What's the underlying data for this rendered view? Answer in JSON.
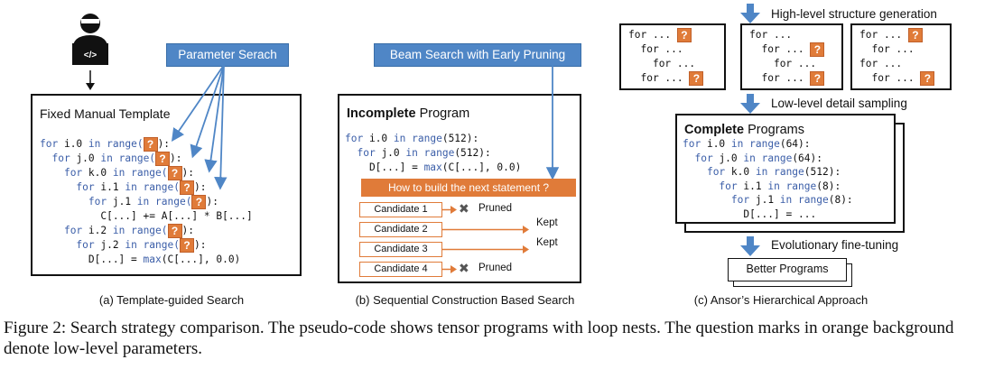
{
  "panel_a": {
    "param_search_label": "Parameter Serach",
    "template_title": "Fixed Manual Template",
    "code_lines": [
      {
        "indent": 0,
        "kw": "for",
        "v": "i.0",
        "in": "in",
        "fn": "range(",
        "end": "):"
      },
      {
        "indent": 1,
        "kw": "for",
        "v": "j.0",
        "in": "in",
        "fn": "range(",
        "end": "):"
      },
      {
        "indent": 2,
        "kw": "for",
        "v": "k.0",
        "in": "in",
        "fn": "range(",
        "end": "):"
      },
      {
        "indent": 3,
        "kw": "for",
        "v": "i.1",
        "in": "in",
        "fn": "range(",
        "end": "):"
      },
      {
        "indent": 4,
        "kw": "for",
        "v": "j.1",
        "in": "in",
        "fn": "range(",
        "end": "):"
      }
    ],
    "stmt1": "C[...] += A[...] * B[...]",
    "code_lines2": [
      {
        "indent": 2,
        "kw": "for",
        "v": "i.2",
        "in": "in",
        "fn": "range(",
        "end": "):"
      },
      {
        "indent": 3,
        "kw": "for",
        "v": "j.2",
        "in": "in",
        "fn": "range(",
        "end": "):"
      }
    ],
    "stmt2_pre": "D[...] = ",
    "stmt2_fn": "max",
    "stmt2_post": "(C[...], 0.0)",
    "caption": "(a) Template-guided Search"
  },
  "panel_b": {
    "beam_label": "Beam Search with Early Pruning",
    "title_bold": "Incomplete",
    "title_rest": " Program",
    "code": [
      {
        "indent": 0,
        "kw": "for",
        "v": "i.0",
        "in": "in",
        "fn": "range",
        "arg": "(512):"
      },
      {
        "indent": 1,
        "kw": "for",
        "v": "j.0",
        "in": "in",
        "fn": "range",
        "arg": "(512):"
      }
    ],
    "stmt_pre": "D[...] = ",
    "stmt_fn": "max",
    "stmt_post": "(C[...], 0.0)",
    "question_bar": "How to build the next statement ?",
    "candidates": [
      {
        "label": "Candidate 1",
        "result": "Pruned",
        "pruned": true
      },
      {
        "label": "Candidate 2",
        "result": "Kept",
        "pruned": false
      },
      {
        "label": "Candidate 3",
        "result": "Kept",
        "pruned": false
      },
      {
        "label": "Candidate 4",
        "result": "Pruned",
        "pruned": true
      }
    ],
    "caption": "(b) Sequential Construction Based Search"
  },
  "panel_c": {
    "step1": "High-level structure generation",
    "step2": "Low-level detail sampling",
    "step3": "Evolutionary fine-tuning",
    "sketch_for": "for ...",
    "complete_bold": "Complete",
    "complete_rest": " Programs",
    "complete_code": [
      {
        "indent": 0,
        "kw": "for",
        "v": "i.0",
        "in": "in",
        "fn": "range",
        "arg": "(64):"
      },
      {
        "indent": 1,
        "kw": "for",
        "v": "j.0",
        "in": "in",
        "fn": "range",
        "arg": "(64):"
      },
      {
        "indent": 2,
        "kw": "for",
        "v": "k.0",
        "in": "in",
        "fn": "range",
        "arg": "(512):"
      },
      {
        "indent": 3,
        "kw": "for",
        "v": "i.1",
        "in": "in",
        "fn": "range",
        "arg": "(8):"
      },
      {
        "indent": 4,
        "kw": "for",
        "v": "j.1",
        "in": "in",
        "fn": "range",
        "arg": "(8):"
      }
    ],
    "complete_stmt": "D[...] = ...",
    "better": "Better Programs",
    "caption": "(c) Ansor’s Hierarchical Approach"
  },
  "figure_caption": "Figure 2: Search strategy comparison. The pseudo-code shows tensor programs with loop nests. The question marks in orange background denote low-level parameters.",
  "question_mark": "?",
  "colors": {
    "accent_orange": "#e07b39",
    "accent_blue": "#4f86c6",
    "code_blue": "#3b5ea8"
  }
}
